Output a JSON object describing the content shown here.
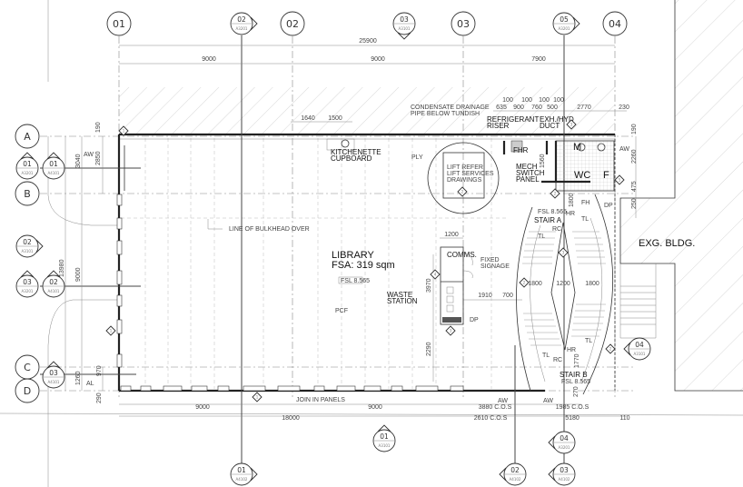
{
  "grid": {
    "columns": [
      "01",
      "02",
      "03",
      "04"
    ],
    "rows": [
      "A",
      "B",
      "C",
      "D"
    ]
  },
  "sections": {
    "top_02": {
      "num": "02",
      "sheet": "A3201"
    },
    "top_03": {
      "num": "03",
      "sheet": "A3101"
    },
    "top_05": {
      "num": "05",
      "sheet": "A3201"
    },
    "left_01a": {
      "num": "01",
      "sheet": "A3201"
    },
    "left_01b": {
      "num": "01",
      "sheet": "A4101"
    },
    "left_02": {
      "num": "02",
      "sheet": "A3101"
    },
    "left_03a": {
      "num": "03",
      "sheet": "A3201"
    },
    "left_02b": {
      "num": "02",
      "sheet": "A4101"
    },
    "left_03b": {
      "num": "03",
      "sheet": "A4101"
    },
    "bottom_01": {
      "num": "01",
      "sheet": "A3101"
    },
    "bottom_04": {
      "num": "04",
      "sheet": "A3201"
    },
    "bottom_01b": {
      "num": "01",
      "sheet": "A4102"
    },
    "bottom_02b": {
      "num": "02",
      "sheet": "A4102"
    },
    "bottom_03b": {
      "num": "03",
      "sheet": "A4102"
    },
    "right_04": {
      "num": "04",
      "sheet": "A3101"
    }
  },
  "dimensions": {
    "overall": "25900",
    "bay1": "9000",
    "bay2": "9000",
    "bay3": "7900",
    "d1640": "1640",
    "d1500": "1500",
    "d100a": "100",
    "d100b": "100",
    "d100c": "100",
    "d100d": "100",
    "d635": "635",
    "d900": "900",
    "d760": "760",
    "d500": "500",
    "d2770": "2770",
    "d230": "230",
    "left_190": "190",
    "left_3040": "3040",
    "left_2850": "2850",
    "left_13980": "13980",
    "left_9000": "9000",
    "left_1260": "1260",
    "left_970": "970",
    "left_290": "290",
    "right_190": "190",
    "right_2260": "2260",
    "right_475": "475",
    "right_250": "250",
    "comms_1200": "1200",
    "d3970": "3970",
    "d2290": "2290",
    "d1910": "1910",
    "d700": "700",
    "d1560": "1560",
    "stair_1800a": "1800",
    "stair_1200": "1200",
    "stair_1800b": "1800",
    "d1770": "1770",
    "d1800v": "1800",
    "bot_9000a": "9000",
    "bot_9000b": "9000",
    "bot_18000": "18000",
    "bot_3880": "3880 C.O.S",
    "bot_1985": "1985 C.O.S",
    "bot_2610": "2610 C.O.S",
    "bot_5180": "5180",
    "bot_110": "110",
    "bot_270": "270"
  },
  "labels": {
    "condensate_1": "CONDENSATE DRAINAGE",
    "condensate_2": "PIPE BELOW TUNDISH",
    "refrigerant_1": "REFRIGERANT",
    "refrigerant_2": "RISER",
    "exh_1": "EXH./HYD",
    "exh_2": "DUCT",
    "kitchenette_1": "KITCHENETTE",
    "kitchenette_2": "CUPBOARD",
    "ply": "PLY",
    "lift_1": "LIFT REFER",
    "lift_2": "LIFT SERVICES",
    "lift_3": "DRAWINGS",
    "fhr": "FHR",
    "mech_1": "MECH",
    "mech_2": "SWITCH",
    "mech_3": "PANEL",
    "m": "M",
    "wc": "WC",
    "f": "F",
    "aw1": "AW",
    "aw_right": "AW",
    "aw_bot1": "AW",
    "aw_bot2": "AW",
    "al": "AL",
    "bulkhead": "LINE OF BULKHEAD OVER",
    "library": "LIBRARY",
    "fsa": "FSA: 319 sqm",
    "fsl_tag": "FSL  8.565",
    "pcf": "PCF",
    "comms": "COMMS.",
    "fixed_1": "FIXED",
    "fixed_2": "SIGNAGE",
    "waste_1": "WASTE",
    "waste_2": "STATION",
    "dp1": "DP",
    "dp2": "DP",
    "fh": "FH",
    "stair_a": "STAIR A",
    "stair_b": "STAIR B",
    "fsl_a": "FSL  8.565",
    "fsl_b": "FSL  8.565",
    "tl1": "TL",
    "tl2": "TL",
    "tl3": "TL",
    "tl4": "TL",
    "rc1": "RC",
    "rc2": "RC",
    "hr1": "HR",
    "hr2": "HR",
    "exg": "EXG. BLDG.",
    "join": "JOIN IN PANELS"
  },
  "tags": [
    "1",
    "2",
    "3",
    "4",
    "5"
  ]
}
